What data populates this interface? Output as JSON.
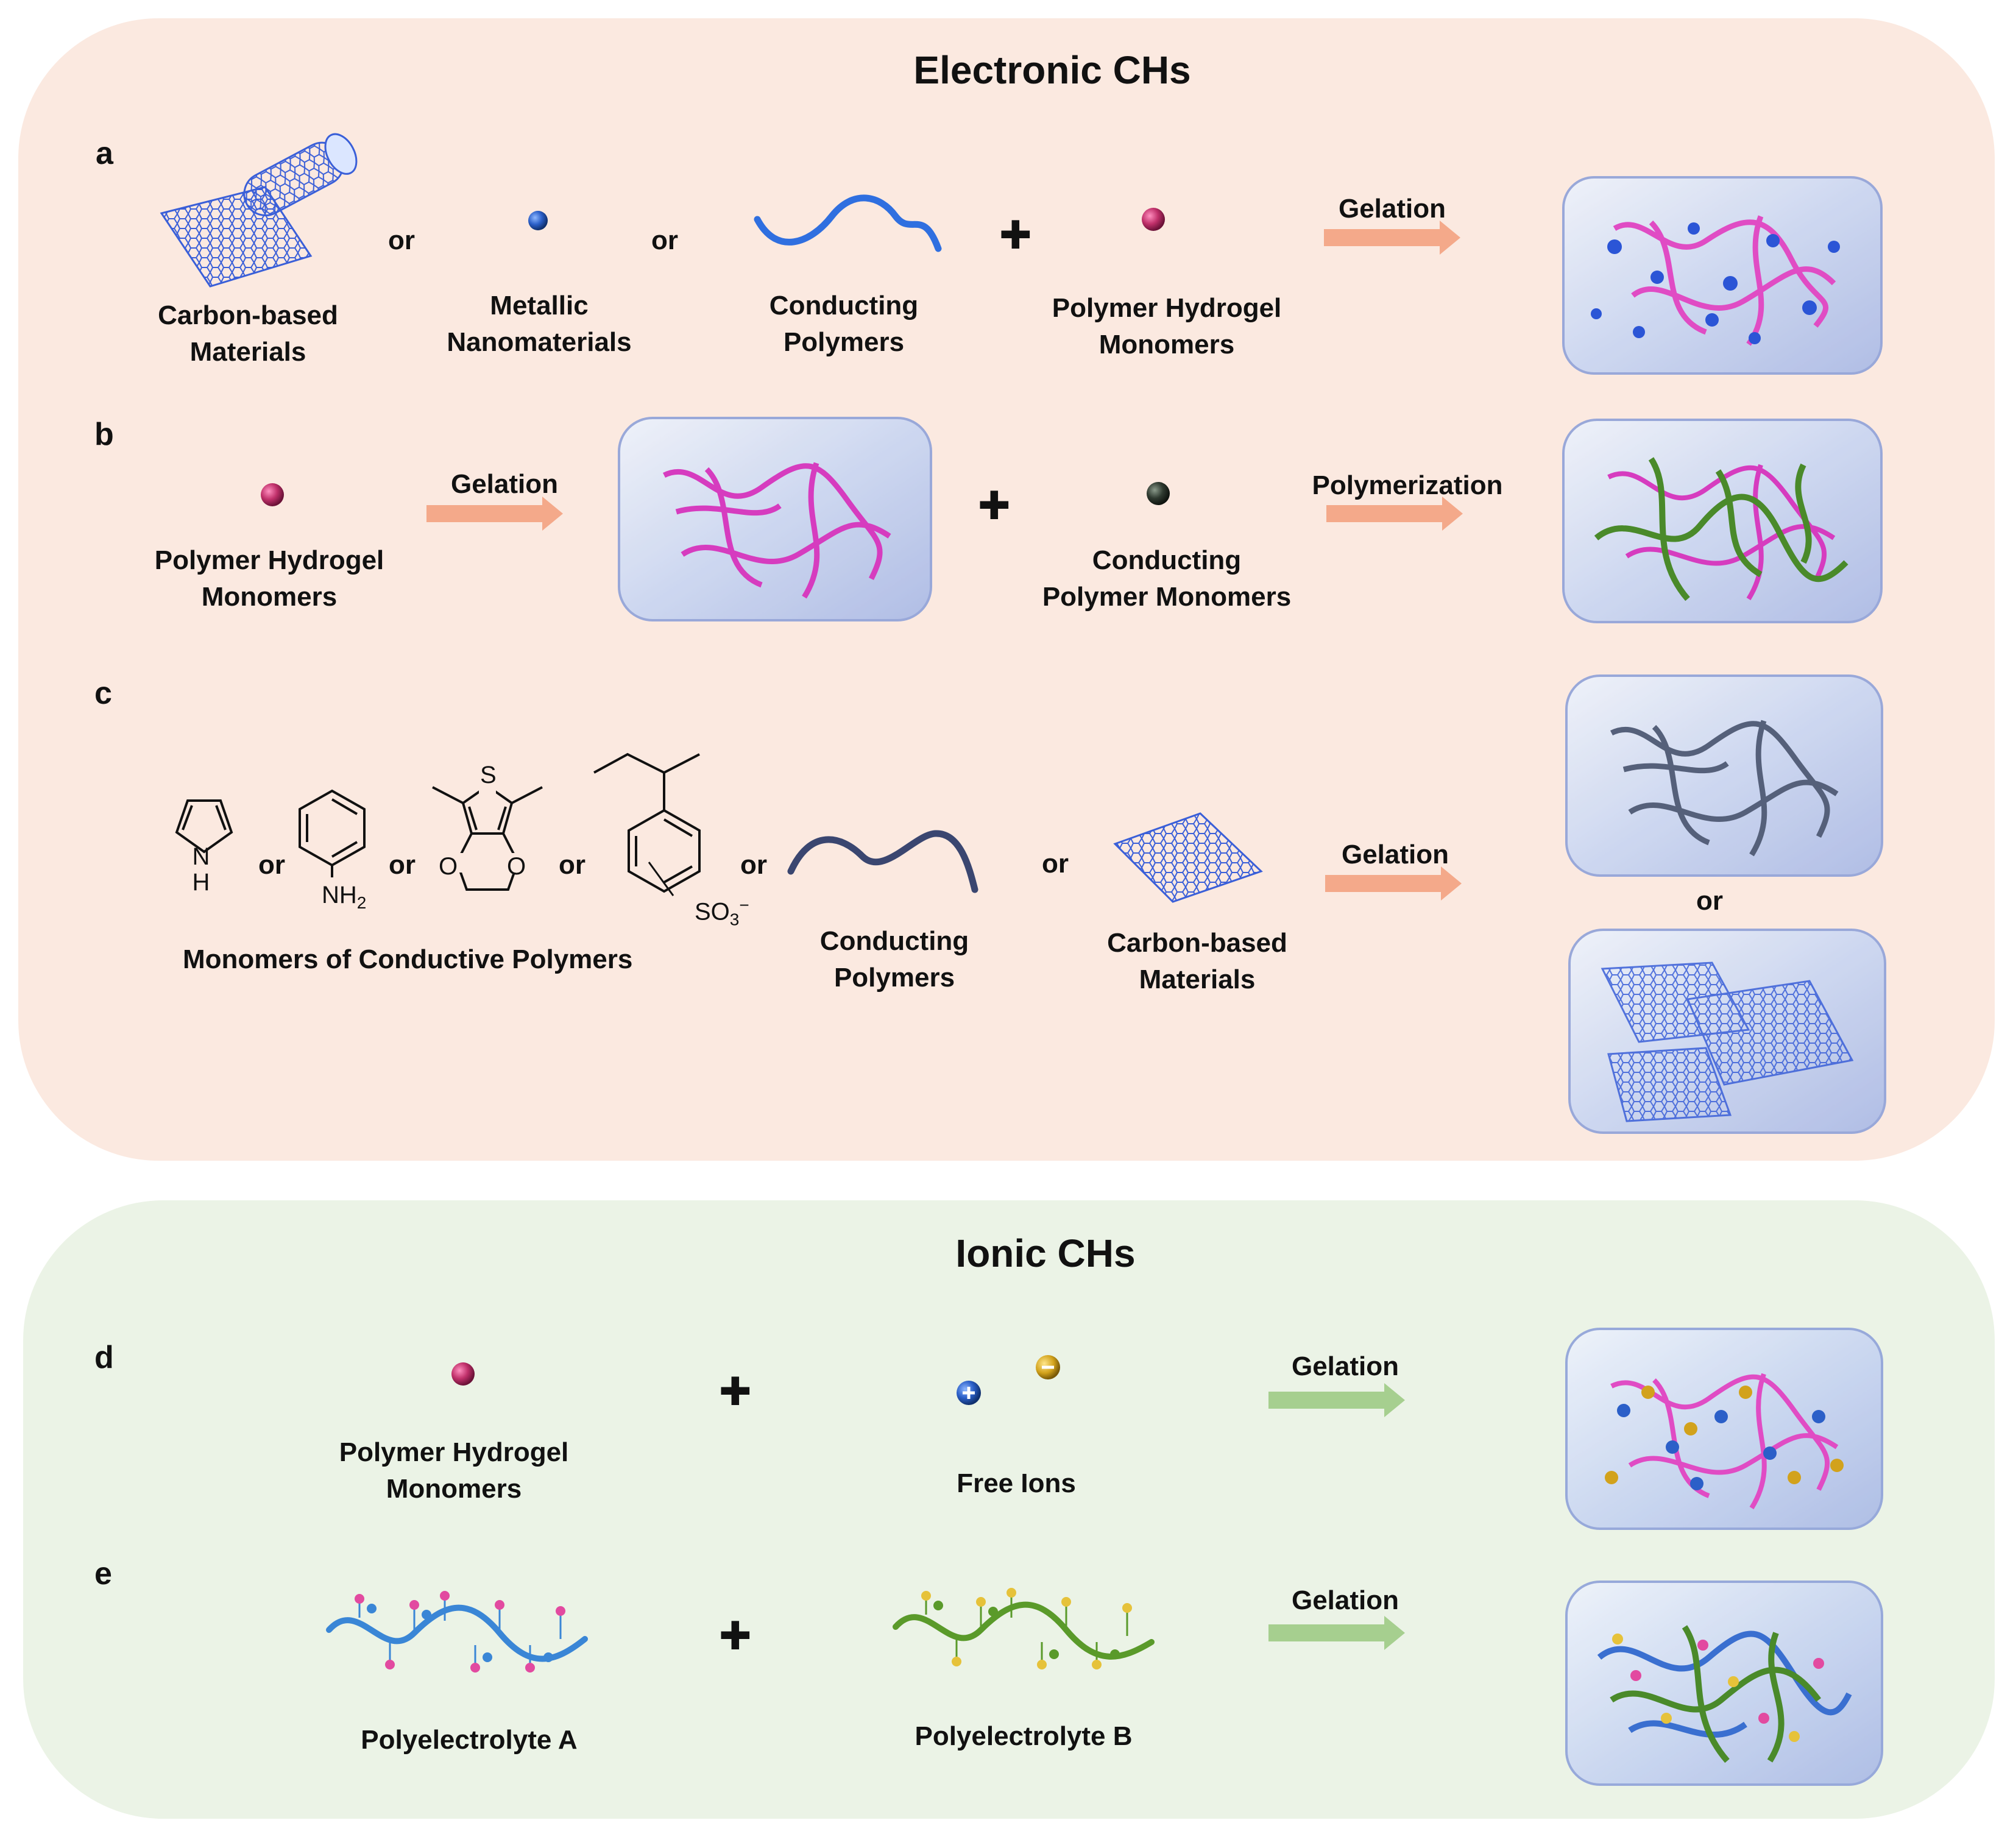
{
  "electronic": {
    "title": "Electronic CHs",
    "row_a": {
      "letter": "a",
      "carbon": "Carbon-based\nMaterials",
      "metallic": "Metallic\nNanomaterials",
      "conducting": "Conducting\nPolymers",
      "monomers": "Polymer Hydrogel\nMonomers",
      "or1": "or",
      "or2": "or",
      "arrow": "Gelation"
    },
    "row_b": {
      "letter": "b",
      "monomers": "Polymer Hydrogel\nMonomers",
      "arrow1": "Gelation",
      "cp_monomers": "Conducting\nPolymer Monomers",
      "arrow2": "Polymerization"
    },
    "row_c": {
      "letter": "c",
      "chem_nh": "N\nH",
      "chem_nh2": "NH",
      "chem_nh2_sub": "2",
      "chem_s": "S",
      "chem_o": "O",
      "chem_so3": "SO",
      "chem_so3_sub": "3",
      "chem_so3_sup": "−",
      "or1": "or",
      "or2": "or",
      "or3": "or",
      "or4": "or",
      "or5": "or",
      "monomers_caption": "Monomers of Conductive Polymers",
      "conducting": "Conducting\nPolymers",
      "carbon": "Carbon-based\nMaterials",
      "arrow": "Gelation",
      "result_or": "or"
    }
  },
  "ionic": {
    "title": "Ionic CHs",
    "row_d": {
      "letter": "d",
      "monomers": "Polymer Hydrogel\nMonomers",
      "ions": "Free Ions",
      "arrow": "Gelation"
    },
    "row_e": {
      "letter": "e",
      "polyA": "Polyelectrolyte A",
      "polyB": "Polyelectrolyte B",
      "arrow": "Gelation"
    }
  },
  "colors": {
    "electronic_panel": "#fbe9e0",
    "ionic_panel": "#ebf3e6",
    "orange_arrow": "#f4a98a",
    "green_arrow": "#a6cf8f",
    "monomer_pink": "#c0306a",
    "carbon_blue": "#3a5fd8",
    "polymer_pink": "#d63cbf",
    "polymer_green": "#4a8a2a",
    "conducting_dark": "#3a4670"
  }
}
